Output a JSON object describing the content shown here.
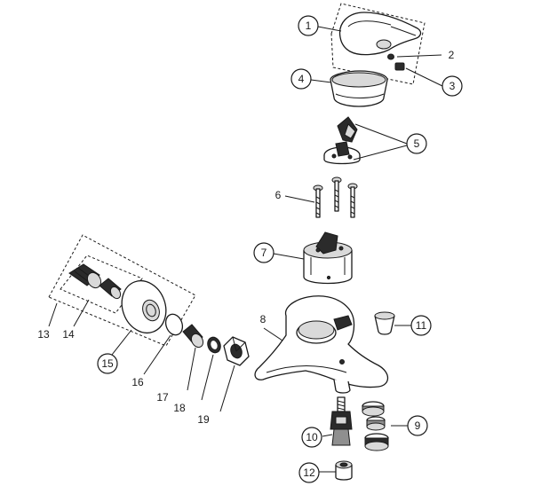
{
  "callouts": {
    "c1": "1",
    "c2": "2",
    "c3": "3",
    "c4": "4",
    "c5": "5",
    "c6": "6",
    "c7": "7",
    "c8": "8",
    "c9": "9",
    "c10": "10",
    "c11": "11",
    "c12": "12",
    "c13": "13",
    "c14": "14",
    "c15": "15",
    "c16": "16",
    "c17": "17",
    "c18": "18",
    "c19": "19"
  }
}
